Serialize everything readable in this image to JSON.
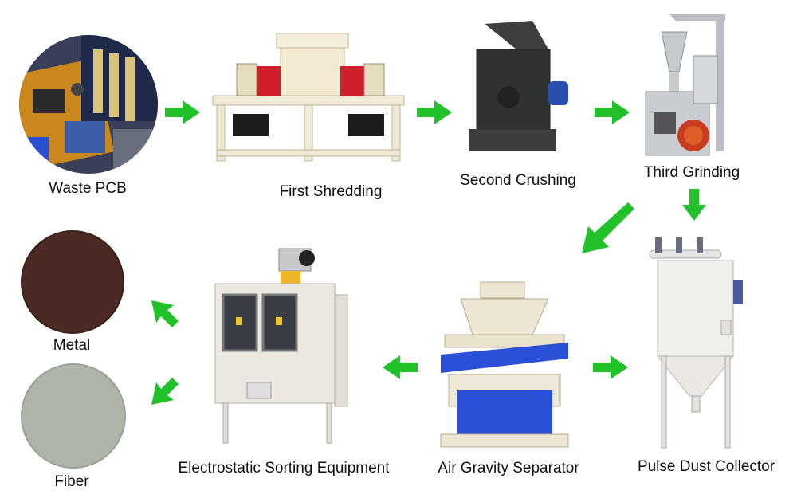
{
  "diagram": {
    "accent_arrow_color": "#21c12a",
    "steps": {
      "waste_pcb": "Waste PCB",
      "first_shredding": "First  Shredding",
      "second_crushing": "Second Crushing",
      "third_grinding": "Third Grinding",
      "pulse_dust_collector": "Pulse Dust Collector",
      "air_gravity_separator": "Air Gravity Separator",
      "electrostatic_sorting": "Electrostatic Sorting Equipment",
      "metal": "Metal",
      "fiber": "Fiber"
    },
    "icons": [
      "pcb-photo-icon",
      "shredder-icon",
      "crusher-icon",
      "grinder-icon",
      "dust-collector-icon",
      "gravity-separator-icon",
      "electrostatic-separator-icon",
      "metal-powder-icon",
      "fiber-powder-icon",
      "arrow-icon"
    ]
  }
}
